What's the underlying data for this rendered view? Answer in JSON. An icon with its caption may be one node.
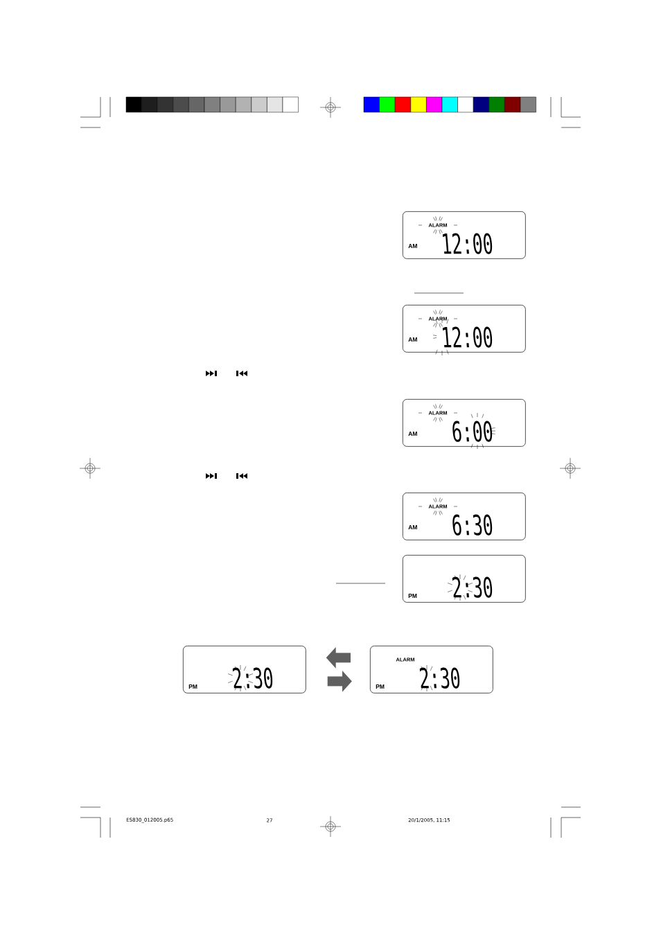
{
  "diagram": {
    "nodes": [
      {
        "text": [
          "ALARM",
          "AM",
          "12:00"
        ]
      },
      {
        "text": [
          "ALARM",
          "AM",
          "12:00"
        ]
      },
      {
        "text": [
          "ALARM",
          "AM",
          "6:00"
        ]
      },
      {
        "text": [
          "ALARM",
          "AM",
          "6:30"
        ]
      },
      {
        "text": [
          "PM",
          "2:30"
        ]
      },
      {
        "text": [
          "PM",
          "2:30"
        ]
      },
      {
        "text": [
          "ALARM",
          "PM",
          "2:30"
        ]
      }
    ],
    "edges": [
      {
        "from": 6,
        "to": 5,
        "arrow": "to"
      },
      {
        "from": 5,
        "to": 6,
        "arrow": "to"
      }
    ],
    "labels": [
      "ES830_012005.p65",
      "27",
      "20/1/2005, 11:15"
    ]
  }
}
